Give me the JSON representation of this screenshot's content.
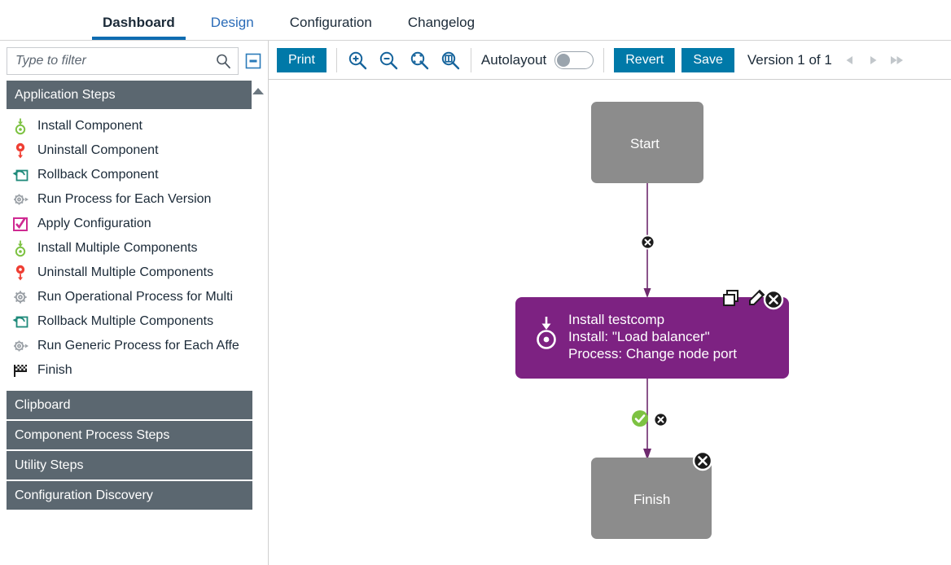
{
  "tabs": [
    {
      "label": "Dashboard",
      "state": "active"
    },
    {
      "label": "Design",
      "state": "link"
    },
    {
      "label": "Configuration",
      "state": "normal"
    },
    {
      "label": "Changelog",
      "state": "normal"
    }
  ],
  "sidebar": {
    "filter": {
      "placeholder": "Type to filter",
      "value": ""
    },
    "search_icon": "search-icon",
    "collapse_icon": "collapse-all-icon",
    "scroll_up_icon": "scroll-up-arrow-icon",
    "sections": [
      {
        "title": "Application Steps",
        "expanded": true
      },
      {
        "title": "Clipboard",
        "expanded": false
      },
      {
        "title": "Component Process Steps",
        "expanded": false
      },
      {
        "title": "Utility Steps",
        "expanded": false
      },
      {
        "title": "Configuration Discovery",
        "expanded": false
      }
    ],
    "steps": [
      {
        "label": "Install Component",
        "icon": "install-component-icon"
      },
      {
        "label": "Uninstall Component",
        "icon": "uninstall-component-icon"
      },
      {
        "label": "Rollback Component",
        "icon": "rollback-component-icon"
      },
      {
        "label": "Run Process for Each Version",
        "icon": "run-process-version-icon"
      },
      {
        "label": "Apply Configuration",
        "icon": "apply-configuration-icon"
      },
      {
        "label": "Install Multiple Components",
        "icon": "install-component-icon"
      },
      {
        "label": "Uninstall Multiple Components",
        "icon": "uninstall-component-icon"
      },
      {
        "label": "Run Operational Process for Multi",
        "icon": "run-operational-process-icon"
      },
      {
        "label": "Rollback Multiple Components",
        "icon": "rollback-component-icon"
      },
      {
        "label": "Run Generic Process for Each Affe",
        "icon": "run-process-version-icon"
      },
      {
        "label": "Finish",
        "icon": "finish-flag-icon"
      }
    ]
  },
  "toolbar": {
    "print_label": "Print",
    "zoom_in_icon": "zoom-in-icon",
    "zoom_out_icon": "zoom-out-icon",
    "zoom_fit_icon": "zoom-fit-icon",
    "zoom_width_icon": "zoom-fit-width-icon",
    "autolayout_label": "Autolayout",
    "autolayout_on": false,
    "revert_label": "Revert",
    "save_label": "Save",
    "version_label": "Version 1 of 1",
    "nav_prev_icon": "nav-prev-icon",
    "nav_next_icon": "nav-next-icon",
    "nav_last_icon": "nav-last-icon"
  },
  "canvas": {
    "nodes": [
      {
        "id": "start",
        "type": "start",
        "label": "Start"
      },
      {
        "id": "install-testcomp",
        "type": "process",
        "icon": "install-component-icon",
        "title": "Install testcomp",
        "line2": "Install: \"Load balancer\"",
        "line3": "Process: Change node port",
        "actions": [
          "copy-icon",
          "edit-icon",
          "delete-icon"
        ]
      },
      {
        "id": "finish",
        "type": "finish",
        "label": "Finish",
        "actions": [
          "delete-icon"
        ]
      }
    ],
    "edges": [
      {
        "from": "start",
        "to": "install-testcomp",
        "marker": "delete-icon"
      },
      {
        "from": "install-testcomp",
        "to": "finish",
        "marker": "success-icon",
        "marker2": "delete-icon"
      }
    ]
  },
  "colors": {
    "accent_teal": "#0079a8",
    "tab_active_underline": "#0f6cb1",
    "tab_link": "#2b6cb8",
    "section_header": "#5b6770",
    "node_purple": "#7d2282",
    "node_gray": "#8c8c8c",
    "edge_purple": "#6e2a6e",
    "success_green": "#7dc242"
  }
}
